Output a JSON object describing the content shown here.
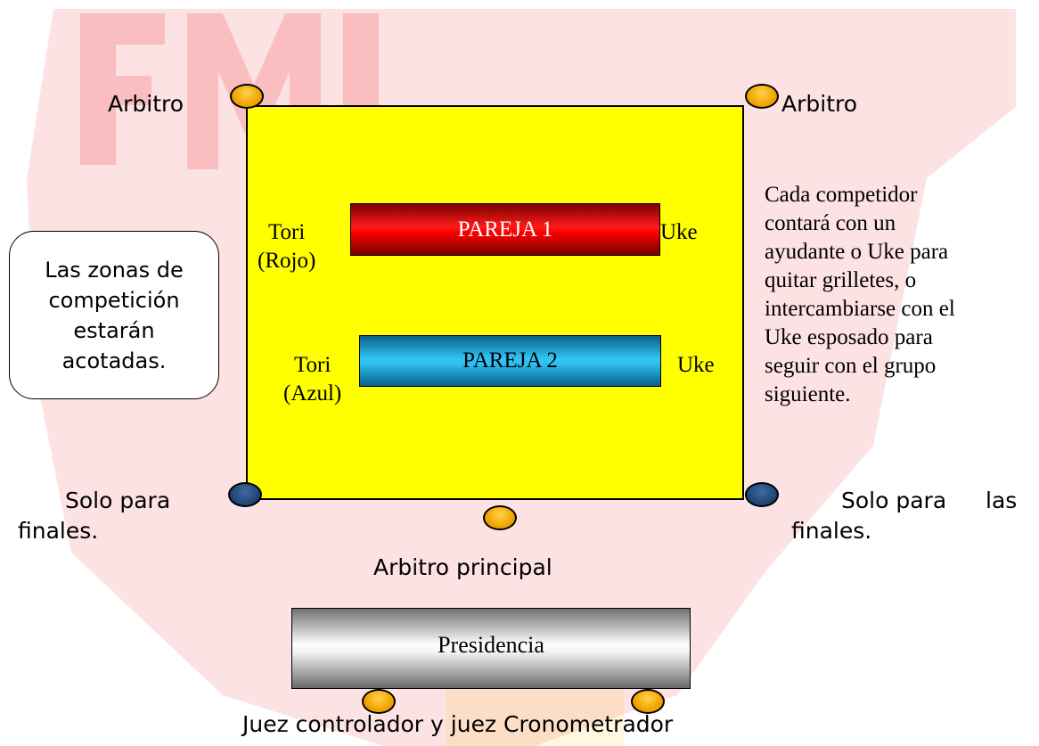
{
  "labels": {
    "referee_left": "Arbitro",
    "referee_right": "Arbitro",
    "finals_left_line1": "Solo para",
    "finals_left_line2": "finales.",
    "finals_right_word1": "Solo para",
    "finals_right_word2": "las",
    "finals_right_line2": "finales.",
    "head_referee": "Arbitro principal",
    "judges": "Juez controlador y juez Cronometrador"
  },
  "callout": {
    "lines": [
      "Las zonas de",
      "competición",
      "estarán",
      "acotadas."
    ]
  },
  "pairs": [
    {
      "label": "PAREJA 1",
      "tori_line1": "Tori",
      "tori_line2": "(Rojo)",
      "uke": "Uke",
      "color": "#ff0000"
    },
    {
      "label": "PAREJA 2",
      "tori_line1": "Tori",
      "tori_line2": "(Azul)",
      "uke": "Uke",
      "color": "#2ec1f3"
    }
  ],
  "presidency": {
    "label": "Presidencia"
  },
  "note": {
    "lines": [
      "Cada competidor",
      "contará con un",
      "ayudante o Uke para",
      "quitar grilletes, o",
      "intercambiarse con el",
      "Uke esposado para",
      "seguir con el grupo",
      "siguiente."
    ]
  },
  "watermark": {
    "text": "FMI"
  },
  "colors": {
    "mat": "#ffff00",
    "referee_marker": "#f0a500",
    "finals_marker": "#1f4270",
    "watermark": "#ee1c25"
  }
}
